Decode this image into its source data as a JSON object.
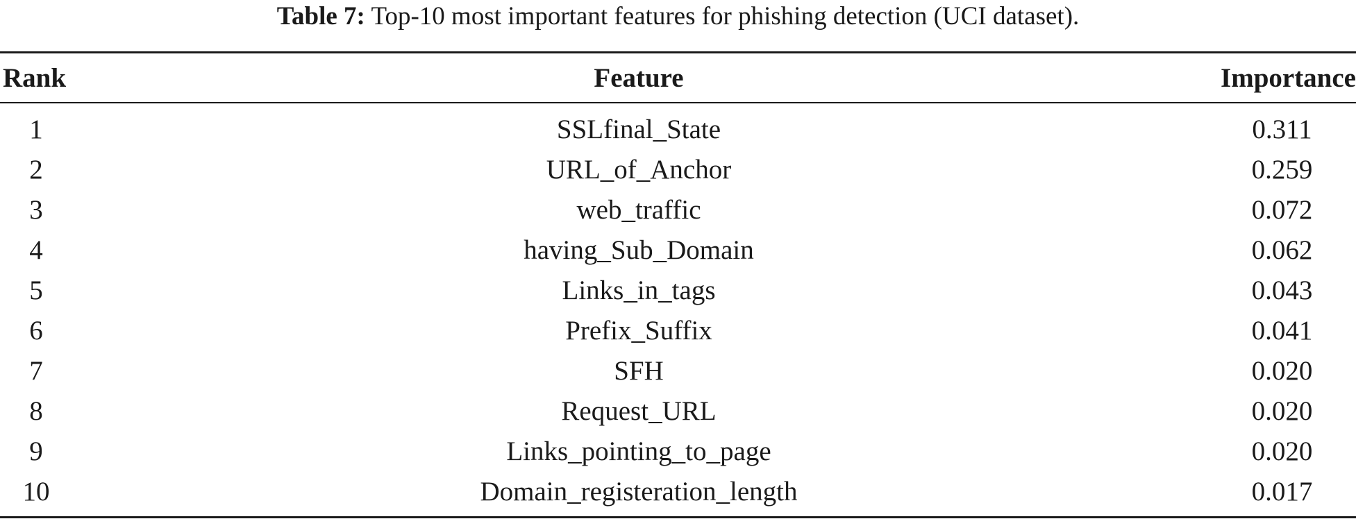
{
  "caption": {
    "label": "Table 7:",
    "text": "Top-10 most important features for phishing detection (UCI dataset)."
  },
  "table": {
    "headers": {
      "rank": "Rank",
      "feature": "Feature",
      "importance": "Importance"
    },
    "rows": [
      {
        "rank": "1",
        "feature": "SSLfinal_State",
        "importance": "0.311"
      },
      {
        "rank": "2",
        "feature": "URL_of_Anchor",
        "importance": "0.259"
      },
      {
        "rank": "3",
        "feature": "web_traffic",
        "importance": "0.072"
      },
      {
        "rank": "4",
        "feature": "having_Sub_Domain",
        "importance": "0.062"
      },
      {
        "rank": "5",
        "feature": "Links_in_tags",
        "importance": "0.043"
      },
      {
        "rank": "6",
        "feature": "Prefix_Suffix",
        "importance": "0.041"
      },
      {
        "rank": "7",
        "feature": "SFH",
        "importance": "0.020"
      },
      {
        "rank": "8",
        "feature": "Request_URL",
        "importance": "0.020"
      },
      {
        "rank": "9",
        "feature": "Links_pointing_to_page",
        "importance": "0.020"
      },
      {
        "rank": "10",
        "feature": "Domain_registeration_length",
        "importance": "0.017"
      }
    ]
  }
}
